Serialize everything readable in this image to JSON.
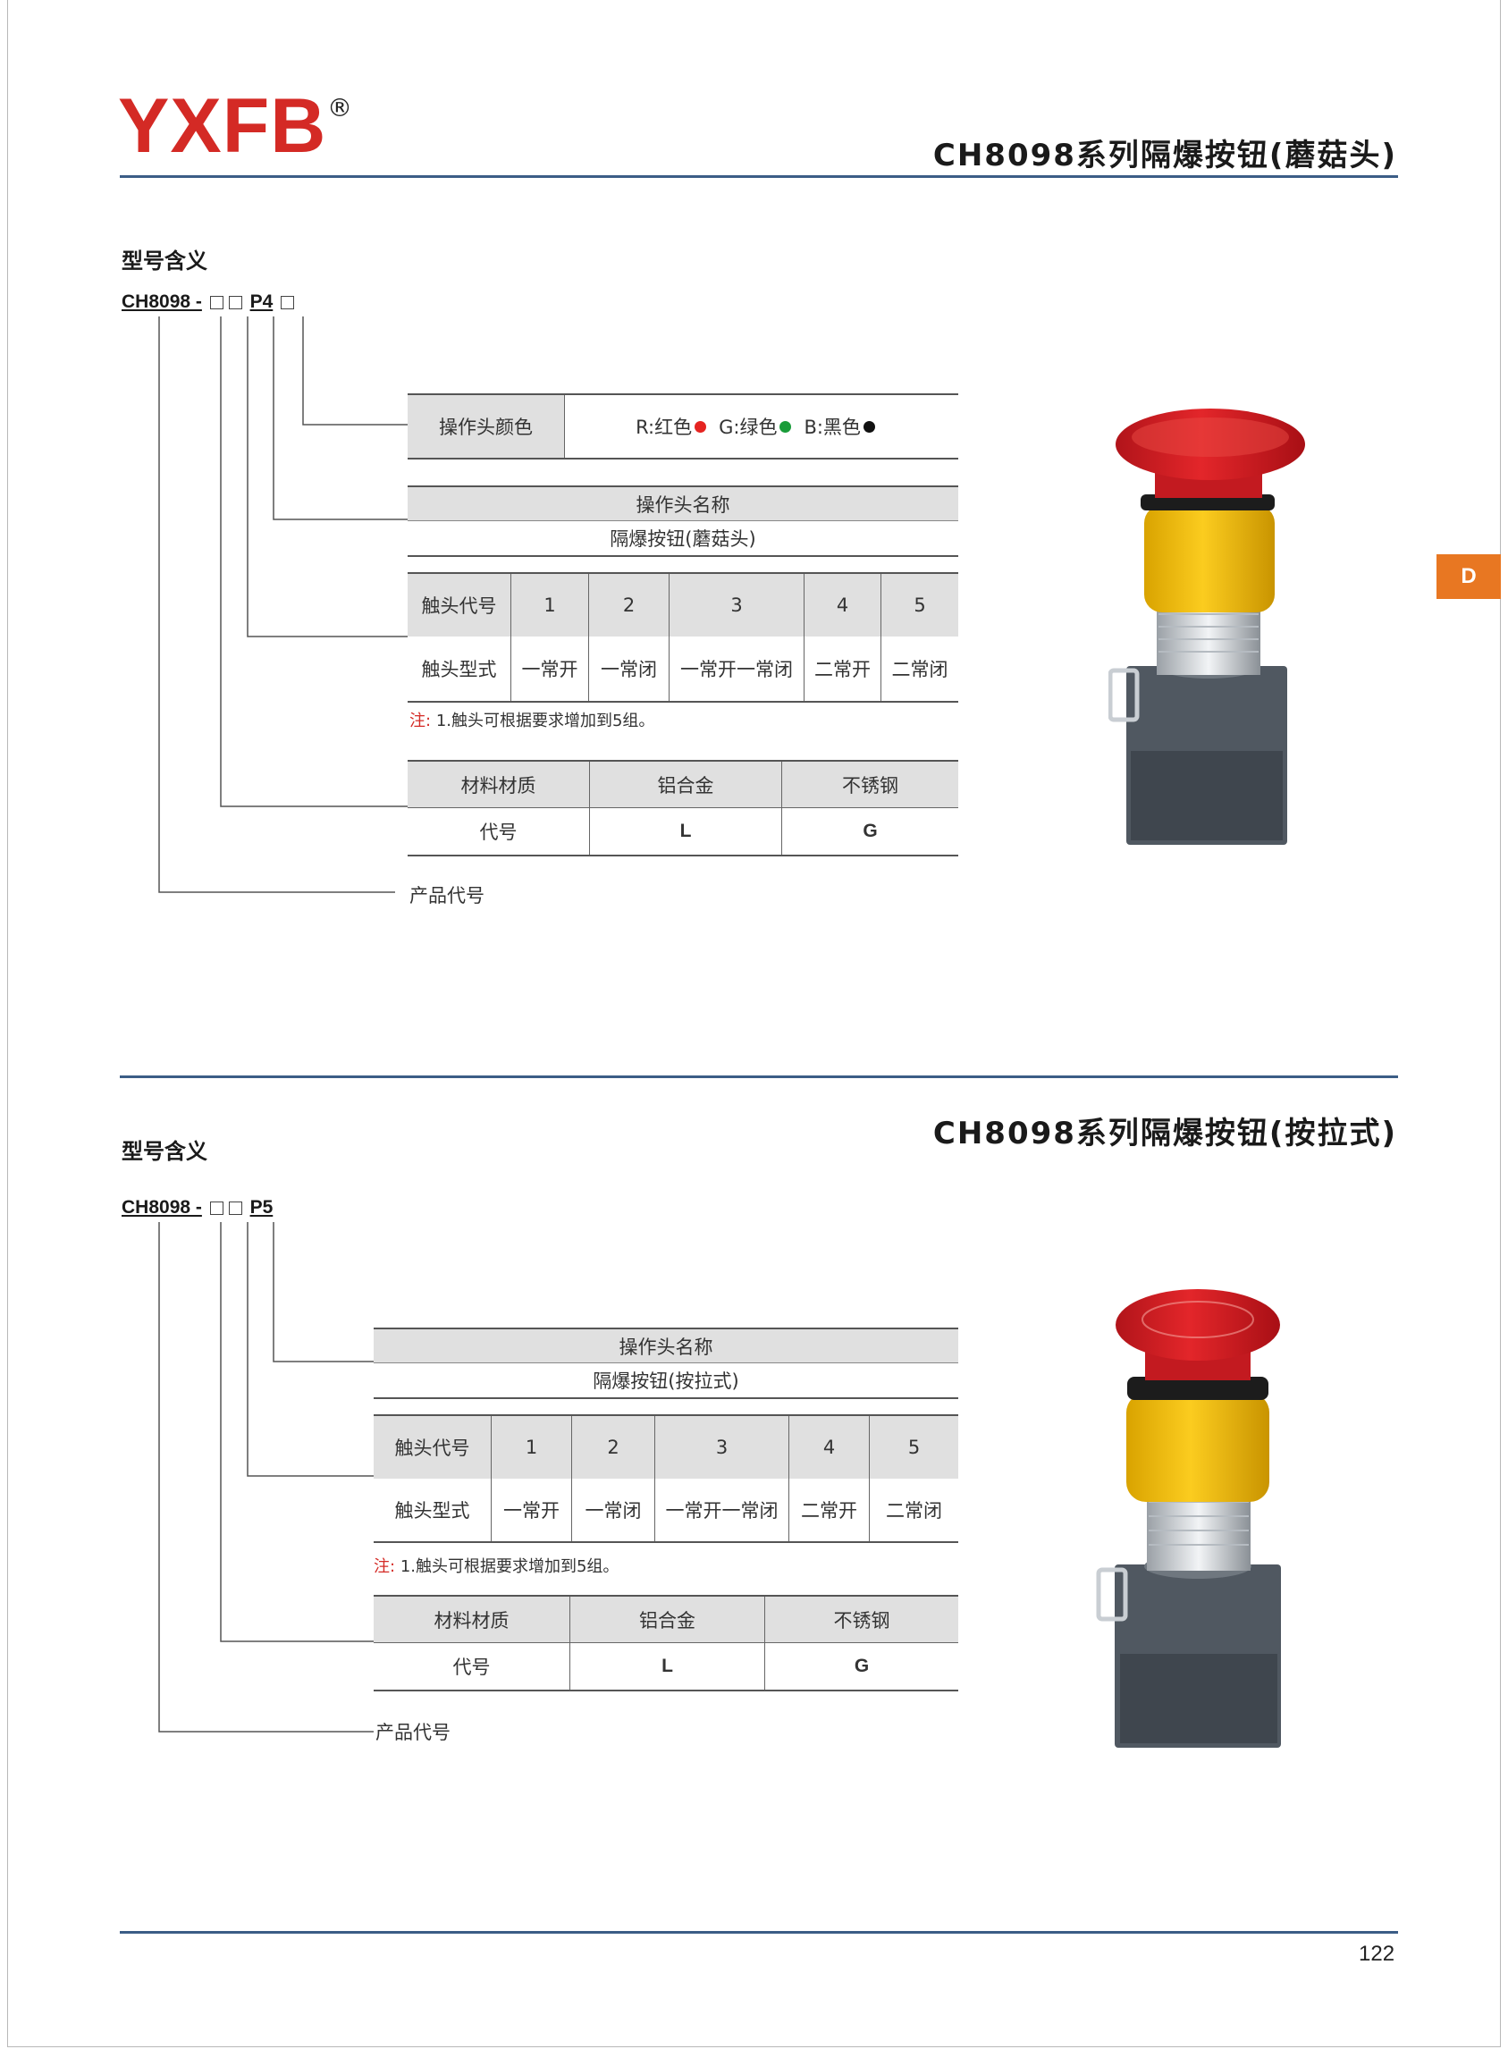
{
  "header": {
    "logo": "YXFB",
    "registered": "®",
    "title1": "CH8098系列隔爆按钮(蘑菇头)"
  },
  "tab_letter": "D",
  "section1": {
    "heading": "型号含义",
    "model_prefix": "CH8098 -",
    "model_code": "P4",
    "color_table": {
      "label": "操作头颜色",
      "options": [
        {
          "text": "R:红色",
          "color": "#e52421"
        },
        {
          "text": "G:绿色",
          "color": "#1a9c3a"
        },
        {
          "text": "B:黑色",
          "color": "#111111"
        }
      ]
    },
    "name_table": {
      "header": "操作头名称",
      "value": "隔爆按钮(蘑菇头)"
    },
    "contact_table": {
      "code_label": "触头代号",
      "type_label": "触头型式",
      "codes": [
        "1",
        "2",
        "3",
        "4",
        "5"
      ],
      "types": [
        "一常开",
        "一常闭",
        "一常开一常闭",
        "二常开",
        "二常闭"
      ]
    },
    "note_prefix": "注:",
    "note_text": "1.触头可根据要求增加到5组。",
    "material_table": {
      "label": "材料材质",
      "code_label": "代号",
      "materials": [
        "铝合金",
        "不锈钢"
      ],
      "codes": [
        "L",
        "G"
      ]
    },
    "product_code_label": "产品代号"
  },
  "section2": {
    "title": "CH8098系列隔爆按钮(按拉式)",
    "heading": "型号含义",
    "model_prefix": "CH8098 -",
    "model_code": "P5",
    "name_table": {
      "header": "操作头名称",
      "value": "隔爆按钮(按拉式)"
    },
    "contact_table": {
      "code_label": "触头代号",
      "type_label": "触头型式",
      "codes": [
        "1",
        "2",
        "3",
        "4",
        "5"
      ],
      "types": [
        "一常开",
        "一常闭",
        "一常开一常闭",
        "二常开",
        "二常闭"
      ]
    },
    "note_prefix": "注:",
    "note_text": "1.触头可根据要求增加到5组。",
    "material_table": {
      "label": "材料材质",
      "code_label": "代号",
      "materials": [
        "铝合金",
        "不锈钢"
      ],
      "codes": [
        "L",
        "G"
      ]
    },
    "product_code_label": "产品代号"
  },
  "page_number": "122"
}
